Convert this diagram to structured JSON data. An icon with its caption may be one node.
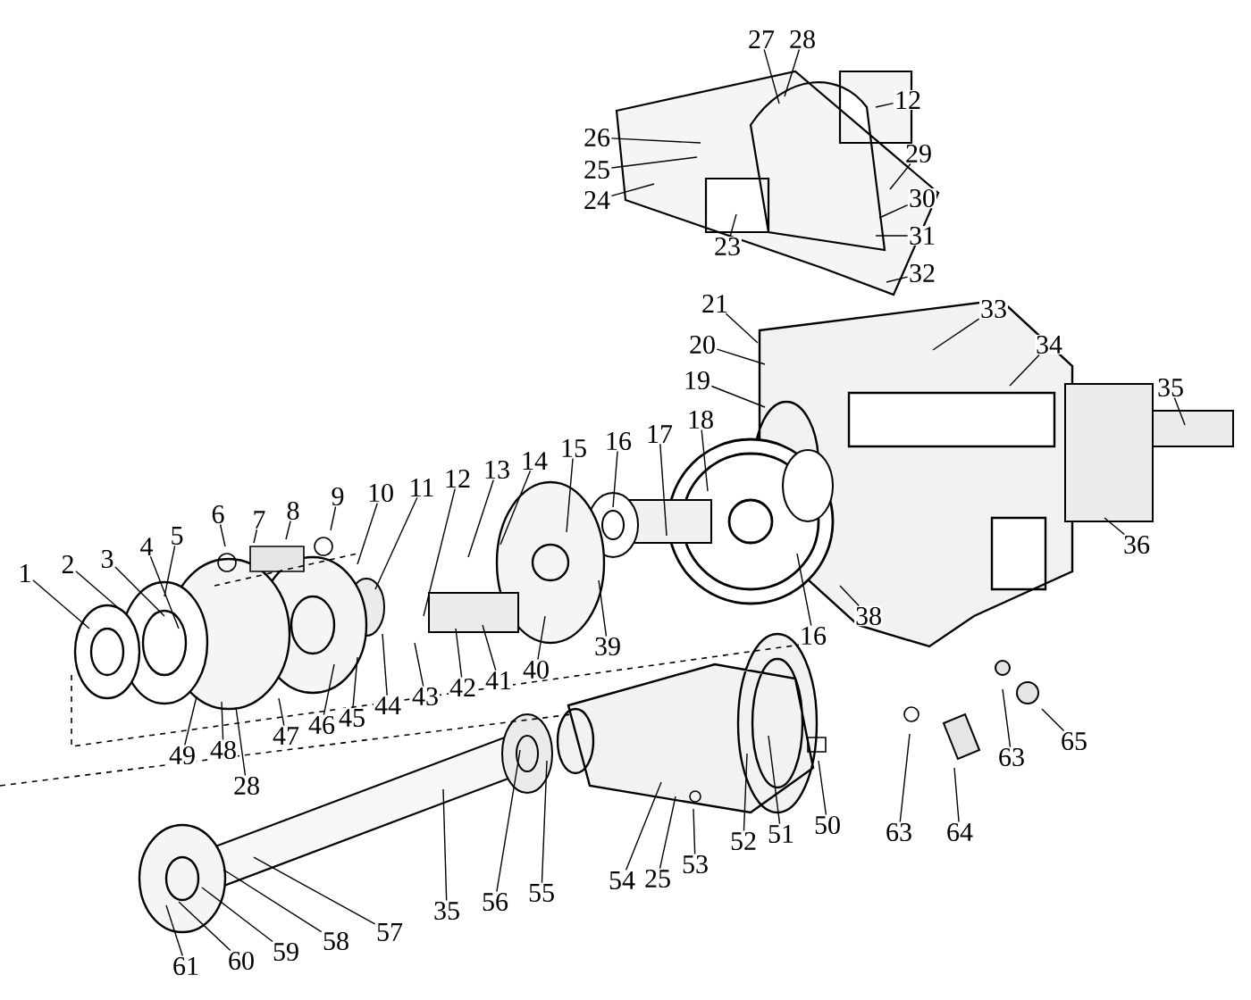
{
  "diagram": {
    "nodes": [
      {
        "text": [
          "27"
        ]
      },
      {
        "text": [
          "28"
        ]
      },
      {
        "text": [
          "12"
        ]
      },
      {
        "text": [
          "26"
        ]
      },
      {
        "text": [
          "25"
        ]
      },
      {
        "text": [
          "29"
        ]
      },
      {
        "text": [
          "24"
        ]
      },
      {
        "text": [
          "30"
        ]
      },
      {
        "text": [
          "31"
        ]
      },
      {
        "text": [
          "23"
        ]
      },
      {
        "text": [
          "32"
        ]
      },
      {
        "text": [
          "33"
        ]
      },
      {
        "text": [
          "21"
        ]
      },
      {
        "text": [
          "20"
        ]
      },
      {
        "text": [
          "34"
        ]
      },
      {
        "text": [
          "19"
        ]
      },
      {
        "text": [
          "35"
        ]
      },
      {
        "text": [
          "18"
        ]
      },
      {
        "text": [
          "17"
        ]
      },
      {
        "text": [
          "16"
        ]
      },
      {
        "text": [
          "15"
        ]
      },
      {
        "text": [
          "14"
        ]
      },
      {
        "text": [
          "13"
        ]
      },
      {
        "text": [
          "12"
        ]
      },
      {
        "text": [
          "11"
        ]
      },
      {
        "text": [
          "10"
        ]
      },
      {
        "text": [
          "9"
        ]
      },
      {
        "text": [
          "8"
        ]
      },
      {
        "text": [
          "7"
        ]
      },
      {
        "text": [
          "6"
        ]
      },
      {
        "text": [
          "5"
        ]
      },
      {
        "text": [
          "4"
        ]
      },
      {
        "text": [
          "3"
        ]
      },
      {
        "text": [
          "2"
        ]
      },
      {
        "text": [
          "1"
        ]
      },
      {
        "text": [
          "36"
        ]
      },
      {
        "text": [
          "38"
        ]
      },
      {
        "text": [
          "16"
        ]
      },
      {
        "text": [
          "39"
        ]
      },
      {
        "text": [
          "40"
        ]
      },
      {
        "text": [
          "41"
        ]
      },
      {
        "text": [
          "42"
        ]
      },
      {
        "text": [
          "43"
        ]
      },
      {
        "text": [
          "44"
        ]
      },
      {
        "text": [
          "45"
        ]
      },
      {
        "text": [
          "46"
        ]
      },
      {
        "text": [
          "47"
        ]
      },
      {
        "text": [
          "48"
        ]
      },
      {
        "text": [
          "49"
        ]
      },
      {
        "text": [
          "65"
        ]
      },
      {
        "text": [
          "63"
        ]
      },
      {
        "text": [
          "28"
        ]
      },
      {
        "text": [
          "50"
        ]
      },
      {
        "text": [
          "51"
        ]
      },
      {
        "text": [
          "63"
        ]
      },
      {
        "text": [
          "64"
        ]
      },
      {
        "text": [
          "52"
        ]
      },
      {
        "text": [
          "53"
        ]
      },
      {
        "text": [
          "25"
        ]
      },
      {
        "text": [
          "54"
        ]
      },
      {
        "text": [
          "55"
        ]
      },
      {
        "text": [
          "56"
        ]
      },
      {
        "text": [
          "35"
        ]
      },
      {
        "text": [
          "57"
        ]
      },
      {
        "text": [
          "58"
        ]
      },
      {
        "text": [
          "59"
        ]
      },
      {
        "text": [
          "60"
        ]
      },
      {
        "text": [
          "61"
        ]
      }
    ],
    "edges": [
      {
        "from": 0,
        "to": null,
        "arrow": "none"
      },
      {
        "from": 1,
        "to": null,
        "arrow": "none"
      },
      {
        "from": 2,
        "to": null,
        "arrow": "none"
      },
      {
        "from": 3,
        "to": null,
        "arrow": "none"
      },
      {
        "from": 4,
        "to": null,
        "arrow": "none"
      },
      {
        "from": 5,
        "to": null,
        "arrow": "none"
      },
      {
        "from": 6,
        "to": null,
        "arrow": "none"
      },
      {
        "from": 7,
        "to": null,
        "arrow": "none"
      },
      {
        "from": 8,
        "to": null,
        "arrow": "none"
      },
      {
        "from": 9,
        "to": null,
        "arrow": "none"
      },
      {
        "from": 10,
        "to": null,
        "arrow": "none"
      },
      {
        "from": 11,
        "to": null,
        "arrow": "none"
      },
      {
        "from": 12,
        "to": null,
        "arrow": "none"
      },
      {
        "from": 13,
        "to": null,
        "arrow": "none"
      },
      {
        "from": 14,
        "to": null,
        "arrow": "none"
      },
      {
        "from": 15,
        "to": null,
        "arrow": "none"
      },
      {
        "from": 16,
        "to": null,
        "arrow": "none"
      },
      {
        "from": 17,
        "to": null,
        "arrow": "none"
      },
      {
        "from": 18,
        "to": null,
        "arrow": "none"
      },
      {
        "from": 19,
        "to": null,
        "arrow": "none"
      },
      {
        "from": 20,
        "to": null,
        "arrow": "none"
      },
      {
        "from": 21,
        "to": null,
        "arrow": "none"
      },
      {
        "from": 22,
        "to": null,
        "arrow": "none"
      },
      {
        "from": 23,
        "to": null,
        "arrow": "none"
      },
      {
        "from": 24,
        "to": null,
        "arrow": "none"
      },
      {
        "from": 25,
        "to": null,
        "arrow": "none"
      },
      {
        "from": 26,
        "to": null,
        "arrow": "none"
      },
      {
        "from": 27,
        "to": null,
        "arrow": "none"
      },
      {
        "from": 28,
        "to": null,
        "arrow": "none"
      },
      {
        "from": 29,
        "to": null,
        "arrow": "none"
      },
      {
        "from": 30,
        "to": null,
        "arrow": "none"
      },
      {
        "from": 31,
        "to": null,
        "arrow": "none"
      },
      {
        "from": 32,
        "to": null,
        "arrow": "none"
      },
      {
        "from": 33,
        "to": null,
        "arrow": "none"
      },
      {
        "from": 34,
        "to": null,
        "arrow": "none"
      },
      {
        "from": 35,
        "to": null,
        "arrow": "none"
      },
      {
        "from": 36,
        "to": null,
        "arrow": "none"
      },
      {
        "from": 37,
        "to": null,
        "arrow": "none"
      },
      {
        "from": 38,
        "to": null,
        "arrow": "none"
      },
      {
        "from": 39,
        "to": null,
        "arrow": "none"
      },
      {
        "from": 40,
        "to": null,
        "arrow": "none"
      },
      {
        "from": 41,
        "to": null,
        "arrow": "none"
      },
      {
        "from": 42,
        "to": null,
        "arrow": "none"
      },
      {
        "from": 43,
        "to": null,
        "arrow": "none"
      },
      {
        "from": 44,
        "to": null,
        "arrow": "none"
      },
      {
        "from": 45,
        "to": null,
        "arrow": "none"
      },
      {
        "from": 46,
        "to": null,
        "arrow": "none"
      },
      {
        "from": 47,
        "to": null,
        "arrow": "none"
      },
      {
        "from": 48,
        "to": null,
        "arrow": "none"
      },
      {
        "from": 49,
        "to": null,
        "arrow": "none"
      },
      {
        "from": 50,
        "to": null,
        "arrow": "none"
      },
      {
        "from": 51,
        "to": null,
        "arrow": "none"
      },
      {
        "from": 52,
        "to": null,
        "arrow": "none"
      },
      {
        "from": 53,
        "to": null,
        "arrow": "none"
      },
      {
        "from": 54,
        "to": null,
        "arrow": "none"
      },
      {
        "from": 55,
        "to": null,
        "arrow": "none"
      },
      {
        "from": 56,
        "to": null,
        "arrow": "none"
      },
      {
        "from": 57,
        "to": null,
        "arrow": "none"
      },
      {
        "from": 58,
        "to": null,
        "arrow": "none"
      },
      {
        "from": 59,
        "to": null,
        "arrow": "none"
      },
      {
        "from": 60,
        "to": null,
        "arrow": "none"
      },
      {
        "from": 61,
        "to": null,
        "arrow": "none"
      },
      {
        "from": 62,
        "to": null,
        "arrow": "none"
      },
      {
        "from": 63,
        "to": null,
        "arrow": "none"
      },
      {
        "from": 64,
        "to": null,
        "arrow": "none"
      },
      {
        "from": 65,
        "to": null,
        "arrow": "none"
      },
      {
        "from": 66,
        "to": null,
        "arrow": "none"
      },
      {
        "from": 67,
        "to": null,
        "arrow": "none"
      }
    ]
  }
}
